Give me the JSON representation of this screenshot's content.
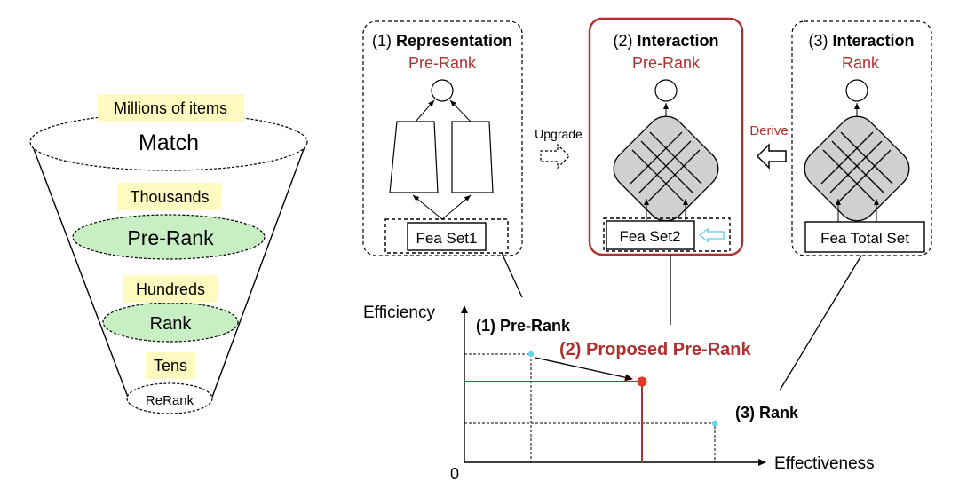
{
  "colors": {
    "accent_red": "#b03030",
    "highlight_yellow": "#fffac0",
    "green_fill": "#c7efc3",
    "gray_fill": "#d0d0d0",
    "point_cyan": "#5fd8e6",
    "point_red": "#e03a2a",
    "arrow_cyan": "#7fd4e8"
  },
  "funnel": {
    "millions_label": "Millions of items",
    "match_label": "Match",
    "thousands_label": "Thousands",
    "prerank_label": "Pre-Rank",
    "hundreds_label": "Hundreds",
    "rank_label": "Rank",
    "tens_label": "Tens",
    "rerank_label": "ReRank"
  },
  "panels": {
    "p1": {
      "num": "(1)",
      "bold": "Representation",
      "sub": "Pre-Rank",
      "fea": "Fea Set1"
    },
    "p2": {
      "num": "(2)",
      "bold": "Interaction",
      "sub": "Pre-Rank",
      "fea": "Fea Set2"
    },
    "p3": {
      "num": "(3)",
      "bold": "Interaction",
      "sub": "Rank",
      "fea": "Fea Total Set"
    },
    "upgrade_label": "Upgrade",
    "derive_label": "Derive"
  },
  "plot": {
    "ylabel": "Efficiency",
    "xlabel": "Effectiveness",
    "origin_label": "0",
    "label_p1": "(1) Pre-Rank",
    "label_p2": "(2) Proposed Pre-Rank",
    "label_p3": "(3) Rank"
  }
}
